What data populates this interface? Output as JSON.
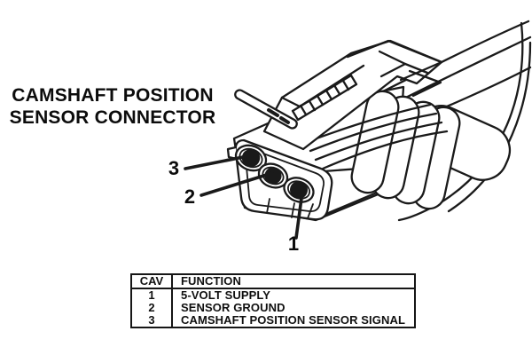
{
  "title": {
    "line1": "CAMSHAFT POSITION",
    "line2": "SENSOR CONNECTOR"
  },
  "pin_labels": {
    "pin3": "3",
    "pin2": "2",
    "pin1": "1"
  },
  "table": {
    "headers": {
      "cav": "CAV",
      "function": "FUNCTION"
    },
    "rows": [
      {
        "cav": "1",
        "function": "5-VOLT SUPPLY"
      },
      {
        "cav": "2",
        "function": "SENSOR GROUND"
      },
      {
        "cav": "3",
        "function": "CAMSHAFT POSITION SENSOR SIGNAL"
      }
    ]
  },
  "colors": {
    "ink": "#1a1a1a",
    "background": "#ffffff"
  }
}
